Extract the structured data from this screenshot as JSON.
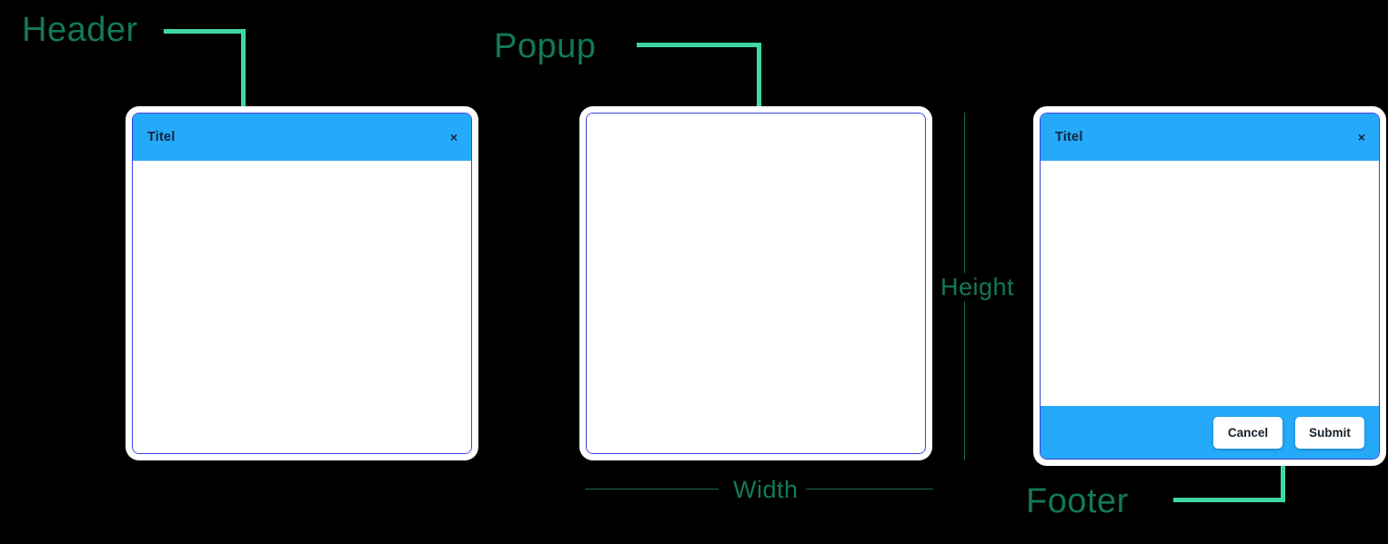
{
  "annotations": {
    "header_label": "Header",
    "popup_label": "Popup",
    "footer_label": "Footer",
    "height_label": "Height",
    "width_label": "Width"
  },
  "colors": {
    "background": "#000000",
    "label_green": "#127A55",
    "leader_green": "#3FD6A8",
    "dimension_green": "#1C6B4C",
    "popup_accent_blue": "#25A9F9",
    "popup_border_blue": "#3B44E0",
    "popup_surface": "#FFFFFF",
    "text_dark": "#13233A"
  },
  "popups": {
    "header_demo": {
      "title": "Titel",
      "close_icon": "close-icon",
      "close_glyph": "×",
      "has_header": true,
      "has_footer": false
    },
    "plain": {
      "title": "",
      "has_header": false,
      "has_footer": false
    },
    "full": {
      "title": "Titel",
      "close_icon": "close-icon",
      "close_glyph": "×",
      "has_header": true,
      "has_footer": true,
      "footer": {
        "cancel_label": "Cancel",
        "submit_label": "Submit"
      }
    }
  }
}
